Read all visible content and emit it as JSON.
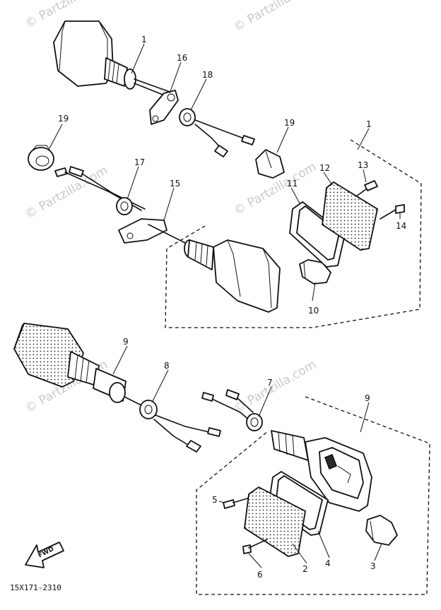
{
  "watermark": "© Partzilla.com",
  "diagram_code": "15X171-2310",
  "fwd_label": "FWD",
  "callouts": {
    "c1a": "1",
    "c16": "16",
    "c18": "18",
    "c19a": "19",
    "c19b": "19",
    "c1b": "1",
    "c17": "17",
    "c15": "15",
    "c12": "12",
    "c13": "13",
    "c11": "11",
    "c14": "14",
    "c10": "10",
    "c9a": "9",
    "c8": "8",
    "c7": "7",
    "c9b": "9",
    "c5": "5",
    "c6": "6",
    "c2": "2",
    "c4": "4",
    "c3": "3"
  }
}
